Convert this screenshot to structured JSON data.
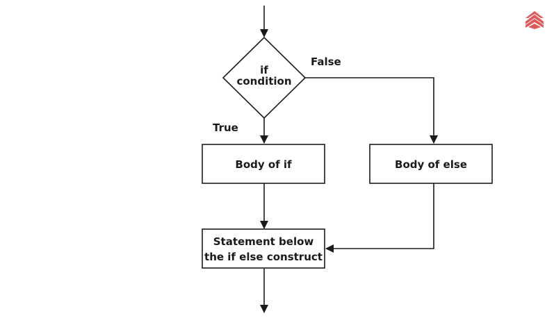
{
  "diagram": {
    "decision": {
      "line1": "if",
      "line2": "condition"
    },
    "edge_labels": {
      "false": "False",
      "true": "True"
    },
    "nodes": {
      "body_if": "Body of if",
      "body_else": "Body of else",
      "statement_line1": "Statement below",
      "statement_line2": "the if else construct"
    }
  },
  "colors": {
    "line": "#1a1a1a",
    "logo": "#e05a5a"
  },
  "logo": {
    "icon": "layered-roof-logo-icon"
  }
}
